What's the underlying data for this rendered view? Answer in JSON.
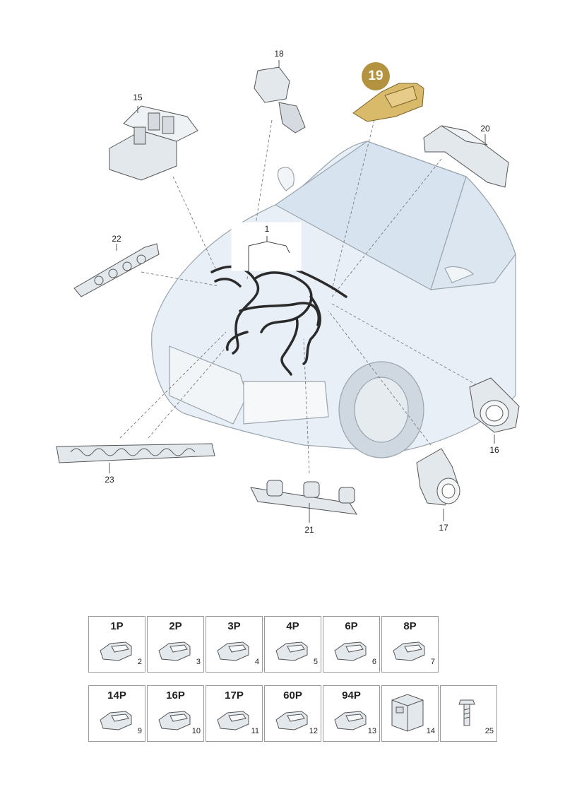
{
  "callouts": {
    "c1": "1",
    "c15": "15",
    "c16": "16",
    "c17": "17",
    "c18": "18",
    "c19": "19",
    "c20": "20",
    "c21": "21",
    "c22": "22",
    "c23": "23"
  },
  "connector_table": {
    "row1": [
      {
        "code": "1P",
        "num": "2"
      },
      {
        "code": "2P",
        "num": "3"
      },
      {
        "code": "3P",
        "num": "4"
      },
      {
        "code": "4P",
        "num": "5"
      },
      {
        "code": "6P",
        "num": "6"
      },
      {
        "code": "8P",
        "num": "7"
      }
    ],
    "row2": [
      {
        "code": "14P",
        "num": "9"
      },
      {
        "code": "16P",
        "num": "10"
      },
      {
        "code": "17P",
        "num": "11"
      },
      {
        "code": "60P",
        "num": "12"
      },
      {
        "code": "94P",
        "num": "13"
      }
    ],
    "extra": [
      {
        "num": "14",
        "icon": "housing-icon"
      },
      {
        "num": "25",
        "icon": "bolt-icon"
      }
    ]
  },
  "colors": {
    "highlight": "#b39340",
    "part_fill": "#e8edf2",
    "car_shade": "#dde8f2",
    "harness": "#2b2b2b"
  }
}
